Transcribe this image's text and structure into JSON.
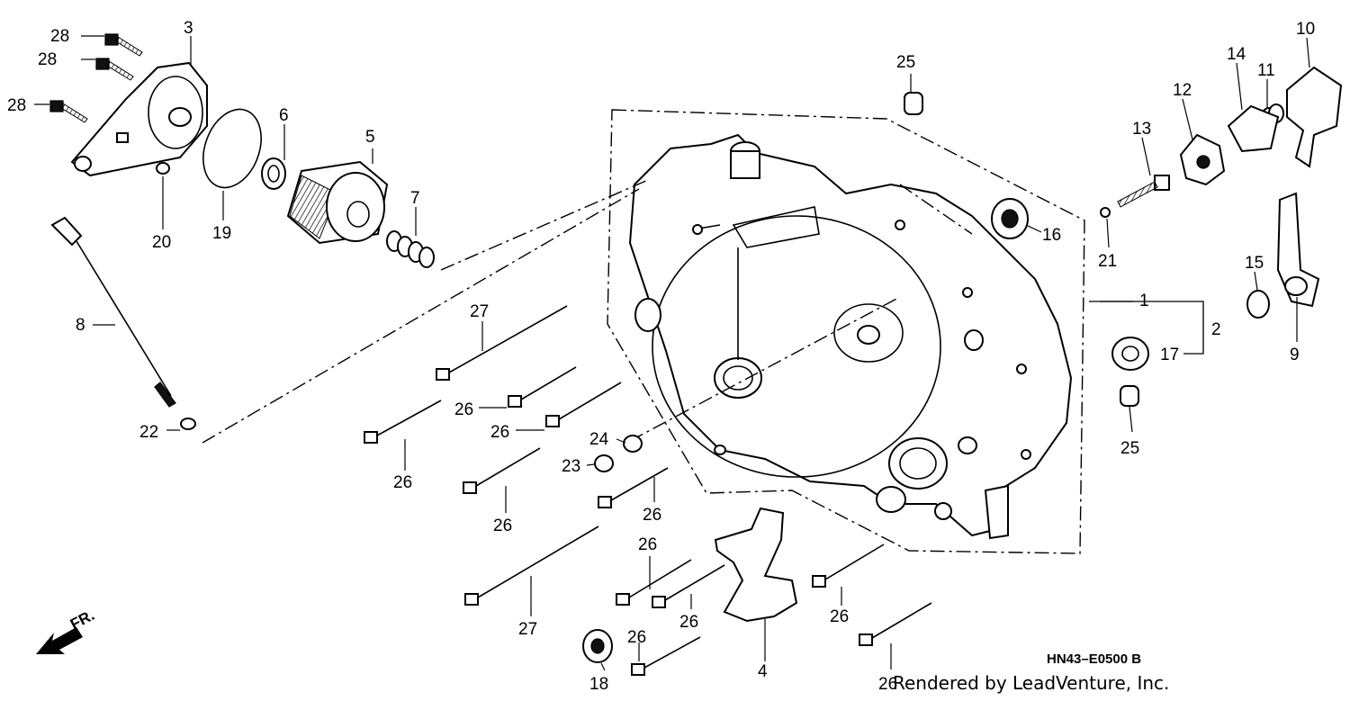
{
  "diagram": {
    "callouts": [
      "1",
      "2",
      "3",
      "4",
      "5",
      "6",
      "7",
      "8",
      "9",
      "10",
      "11",
      "12",
      "13",
      "14",
      "15",
      "16",
      "17",
      "18",
      "19",
      "20",
      "21",
      "22",
      "23",
      "24",
      "25",
      "25",
      "26",
      "26",
      "26",
      "26",
      "26",
      "26",
      "26",
      "26",
      "26",
      "26",
      "27",
      "27",
      "28",
      "28",
      "28"
    ],
    "drawing_code": "HN43–E0500 B",
    "credit": "Rendered by LeadVenture, Inc.",
    "direction_label": "FR."
  }
}
